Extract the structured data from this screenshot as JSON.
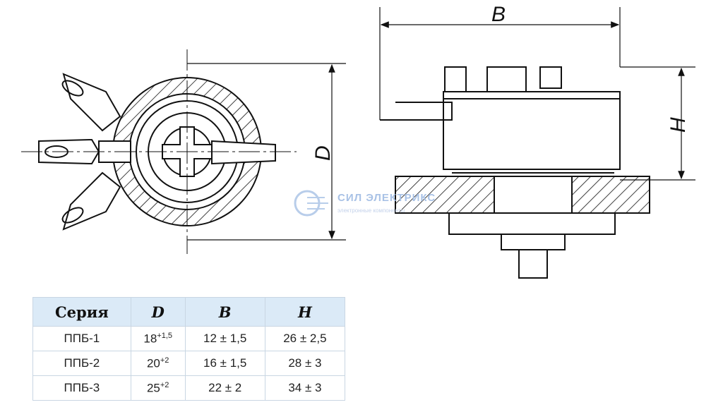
{
  "drawing": {
    "label_D": "D",
    "label_B": "B",
    "label_H": "H"
  },
  "watermark": {
    "brand": "СИЛ ЭЛЕКТРИКС",
    "tagline": "электронные компоненты"
  },
  "table": {
    "headers": [
      "Серия",
      "D",
      "B",
      "H"
    ],
    "rows": [
      {
        "series": "ППБ-1",
        "d_base": "18",
        "d_tol": "+1,5",
        "b": "12 ± 1,5",
        "h": "26 ± 2,5"
      },
      {
        "series": "ППБ-2",
        "d_base": "20",
        "d_tol": "+2",
        "b": "16 ± 1,5",
        "h": "28 ± 3"
      },
      {
        "series": "ППБ-3",
        "d_base": "25",
        "d_tol": "+2",
        "b": "22 ± 2",
        "h": "34 ± 3"
      }
    ]
  }
}
